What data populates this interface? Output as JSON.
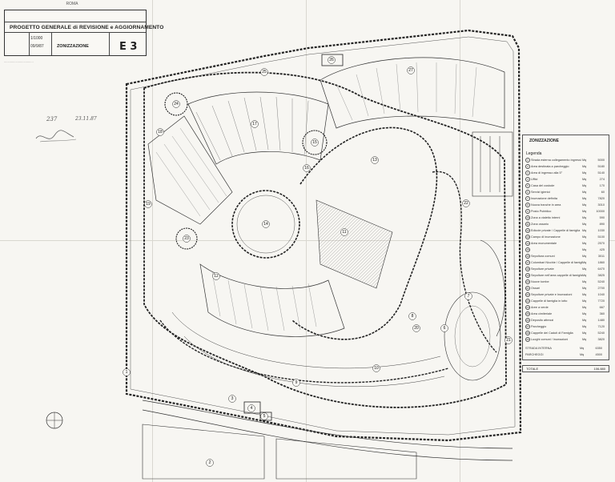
{
  "title_block": {
    "stamp": "ROMA",
    "main_title": "PROGETTO GENERALE di REVISIONE e AGGIORNAMENTO",
    "subject": "ZONIZZAZIONE",
    "code": "E 3",
    "scale": "1/1000",
    "date": "09/9/87"
  },
  "annotations": {
    "date_note": "23.11.87",
    "number_note": "237"
  },
  "legend": {
    "header": "ZONIZZAZIONE",
    "subheader": "Legenda",
    "rows": [
      {
        "n": "1",
        "label": "Strada esterna collegamento ingressi",
        "unit": "Mq",
        "value": "5000"
      },
      {
        "n": "2",
        "label": "Area destinata a parcheggio",
        "unit": "Mq",
        "value": "5180"
      },
      {
        "n": "3",
        "label": "Area di ingresso alla 5°",
        "unit": "Mq",
        "value": "5140"
      },
      {
        "n": "4",
        "label": "Uffici",
        "unit": "Mq",
        "value": "274"
      },
      {
        "n": "5",
        "label": "Casa del custode",
        "unit": "Mq",
        "value": "170"
      },
      {
        "n": "6",
        "label": "Servizi igienici",
        "unit": "Mq",
        "value": "60"
      },
      {
        "n": "7",
        "label": "Inumazione definita",
        "unit": "Mq",
        "value": "7820"
      },
      {
        "n": "8",
        "label": "Nuova tranche in area",
        "unit": "Mq",
        "value": "3010"
      },
      {
        "n": "9",
        "label": "Posto Pubblico",
        "unit": "Mq",
        "value": "10000"
      },
      {
        "n": "10",
        "label": "Zona a vialetto interni",
        "unit": "Mq",
        "value": "590"
      },
      {
        "n": "11",
        "label": "Zona ossario",
        "unit": "Mq",
        "value": "890"
      },
      {
        "n": "12",
        "label": "Edicole private / Cappelle di famiglia",
        "unit": "Mq",
        "value": "1030"
      },
      {
        "n": "13",
        "label": "Campo di inumazione",
        "unit": "Mq",
        "value": "5100"
      },
      {
        "n": "14",
        "label": "Area monumentale",
        "unit": "Mq",
        "value": "2570"
      },
      {
        "n": "15",
        "label": "",
        "unit": "Mq",
        "value": "425"
      },
      {
        "n": "16",
        "label": "Sepoltura comuni",
        "unit": "Mq",
        "value": "3011"
      },
      {
        "n": "17",
        "label": "Colombari Nicchie / Cappelle di famiglia",
        "unit": "Mq",
        "value": "1860"
      },
      {
        "n": "18",
        "label": "Sepolture private",
        "unit": "Mq",
        "value": "6470"
      },
      {
        "n": "19",
        "label": "Sepolture nell'area cappelle di famiglia",
        "unit": "Mq",
        "value": "3825"
      },
      {
        "n": "20",
        "label": "Nuove tombe",
        "unit": "Mq",
        "value": "5240"
      },
      {
        "n": "21",
        "label": "Ossari",
        "unit": "Mq",
        "value": "2700"
      },
      {
        "n": "22",
        "label": "Sepolture private e Inumazioni",
        "unit": "Mq",
        "value": "1040"
      },
      {
        "n": "23",
        "label": "Cappelle di famiglia in lotto",
        "unit": "Mq",
        "value": "7720"
      },
      {
        "n": "24",
        "label": "Aree a verde",
        "unit": "Mq",
        "value": "667"
      },
      {
        "n": "25",
        "label": "Area cimiteriale",
        "unit": "Mq",
        "value": "360"
      },
      {
        "n": "26",
        "label": "Deposito attrezzi",
        "unit": "Mq",
        "value": "1480"
      },
      {
        "n": "27",
        "label": "Parcheggio",
        "unit": "Mq",
        "value": "7120"
      },
      {
        "n": "28",
        "label": "Cappelle dei Caduti di Famiglia",
        "unit": "Mq",
        "value": "5240"
      },
      {
        "n": "29",
        "label": "Luoghi comuni / Inumazioni",
        "unit": "Mq",
        "value": "3820"
      }
    ],
    "extra": [
      {
        "label": "STRADA INTERNA",
        "unit": "Mq",
        "value": "6350"
      },
      {
        "label": "PARCHEGGI",
        "unit": "Mq",
        "value": "4500"
      }
    ],
    "total": {
      "label": "TOTALE",
      "value": "106.880"
    }
  },
  "zones": [
    "1",
    "2",
    "3",
    "4",
    "5",
    "6",
    "7",
    "8",
    "9",
    "10",
    "11",
    "12",
    "13",
    "14",
    "15",
    "16",
    "17",
    "18",
    "19",
    "20",
    "21",
    "22",
    "23",
    "24",
    "25",
    "26",
    "27"
  ]
}
